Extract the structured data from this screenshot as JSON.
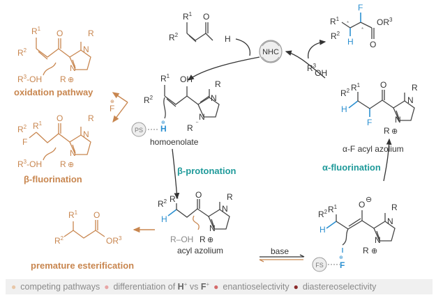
{
  "colors": {
    "main": "#333333",
    "side_pathway": "#c8864f",
    "highlight": "#2a8fd0",
    "step_label": "#1f9a9a",
    "footer_bg": "#f0f0f0",
    "footer_text": "#8a8a8a"
  },
  "labels": {
    "R": "R",
    "R1": "1",
    "R2": "2",
    "R3": "3",
    "O": "O",
    "OH": "OH",
    "H": "H",
    "F": "F",
    "N": "N",
    "OR3": "OR",
    "R3OH": "-OH",
    "ROH": "R–OH",
    "plus": "⊕",
    "minus": "⊖",
    "star": "*",
    "lone_pair": "¨"
  },
  "catalysts": {
    "nhc": "NHC",
    "ps": "PS",
    "fs": "FS"
  },
  "species": {
    "homoenolate": "homoenolate",
    "acyl_azolium": "acyl azolium",
    "alpha_f_acyl_azolium": "α-F acyl azolium"
  },
  "steps": {
    "beta_protonation": "β-protonation",
    "alpha_fluorination": "α-fluorination",
    "base": "base"
  },
  "side_pathways": {
    "oxidation": "oxidation pathway",
    "beta_fluorination": "β-fluorination",
    "premature_esterification": "premature esterification"
  },
  "footer": {
    "items": [
      {
        "text": "competing pathways",
        "dot_color": "#e8c7a8"
      },
      {
        "text": "differentiation of ",
        "bold1": "H",
        "sup1": "+",
        "mid": " vs ",
        "bold2": "F",
        "sup2": "+",
        "dot_color": "#e8a5a5"
      },
      {
        "text": "enantioselectivity",
        "dot_color": "#d46a6a"
      },
      {
        "text": "diastereoselectivity",
        "dot_color": "#8b2a2a"
      }
    ]
  }
}
